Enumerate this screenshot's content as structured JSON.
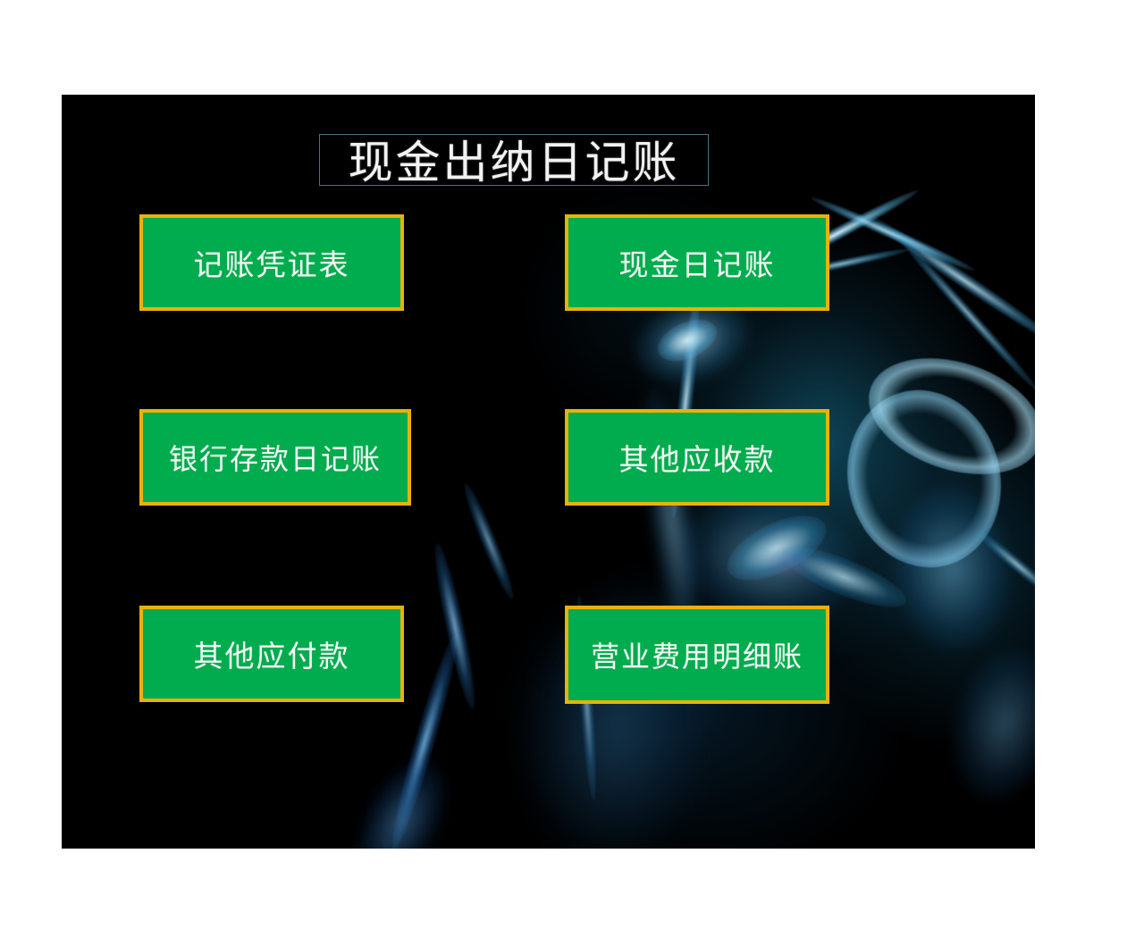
{
  "slide": {
    "title": "现金出纳日记账",
    "background_color": "#000000",
    "page_background_color": "#ffffff",
    "title_border_color": "#4c7184",
    "button_fill_color": "#00ac4d",
    "button_border_color": "#e8b20b",
    "button_text_color": "#f4f7f4",
    "background_image": "blue-smoke-photo"
  },
  "buttons": [
    {
      "label": "记账凭证表",
      "name": "voucher-table-button",
      "column": "left",
      "row": 1
    },
    {
      "label": "现金日记账",
      "name": "cash-journal-button",
      "column": "right",
      "row": 1
    },
    {
      "label": "银行存款日记账",
      "name": "bank-deposit-journal-button",
      "column": "left",
      "row": 2
    },
    {
      "label": "其他应收款",
      "name": "other-receivables-button",
      "column": "right",
      "row": 2
    },
    {
      "label": "其他应付款",
      "name": "other-payables-button",
      "column": "left",
      "row": 3
    },
    {
      "label": "营业费用明细账",
      "name": "operating-expense-ledger-button",
      "column": "right",
      "row": 3
    }
  ]
}
